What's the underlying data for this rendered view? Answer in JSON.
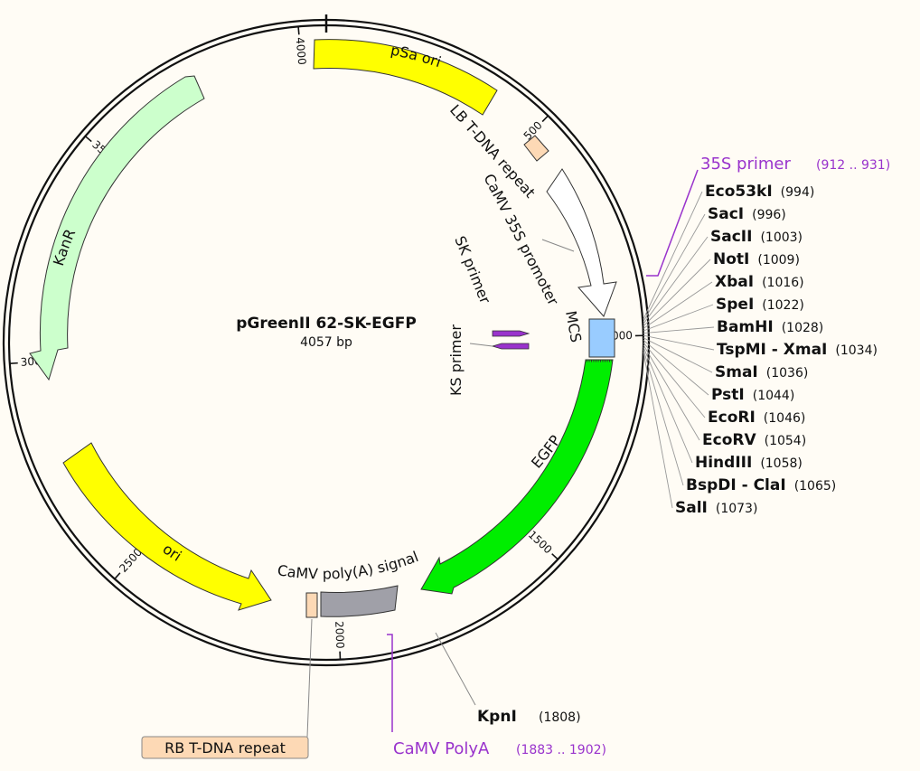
{
  "plasmid": {
    "name": "pGreenII 62-SK-EGFP",
    "length_label": "4057 bp",
    "total_bp": 4057
  },
  "ticks": [
    {
      "bp": 500,
      "label": "500"
    },
    {
      "bp": 1000,
      "label": "1000"
    },
    {
      "bp": 1500,
      "label": "1500"
    },
    {
      "bp": 2000,
      "label": "2000"
    },
    {
      "bp": 2500,
      "label": "2500"
    },
    {
      "bp": 3000,
      "label": "3000"
    },
    {
      "bp": 3500,
      "label": "3500"
    },
    {
      "bp": 4000,
      "label": "4000"
    }
  ],
  "features": {
    "psa_ori": {
      "label": "pSa ori",
      "color": "#ffff00"
    },
    "kanr": {
      "label": "KanR",
      "color": "#ccffcc"
    },
    "ori": {
      "label": "ori",
      "color": "#ffff00"
    },
    "egfp": {
      "label": "EGFP",
      "color": "#00ee00"
    },
    "camv35s": {
      "label": "CaMV 35S promoter",
      "color": "#ffffff"
    },
    "lb": {
      "label": "LB T-DNA repeat",
      "color": "#fdd9b5"
    },
    "mcs": {
      "label": "MCS",
      "color": "#99ccff"
    },
    "polya_signal": {
      "label": "CaMV poly(A) signal",
      "color": "#a0a0a8"
    },
    "rb": {
      "label": "RB T-DNA repeat",
      "color": "#fdd9b5"
    },
    "sk_primer": {
      "label": "SK primer",
      "color": "#9933cc"
    },
    "ks_primer": {
      "label": "KS primer",
      "color": "#9933cc"
    }
  },
  "primers": {
    "p35s": {
      "name": "35S primer",
      "pos": "(912 .. 931)"
    },
    "camv_polya": {
      "name": "CaMV PolyA",
      "pos": "(1883 .. 1902)"
    }
  },
  "sites": [
    {
      "name": "Eco53kI",
      "pos": "(994)"
    },
    {
      "name": "SacI",
      "pos": "(996)"
    },
    {
      "name": "SacII",
      "pos": "(1003)"
    },
    {
      "name": "NotI",
      "pos": "(1009)"
    },
    {
      "name": "XbaI",
      "pos": "(1016)"
    },
    {
      "name": "SpeI",
      "pos": "(1022)"
    },
    {
      "name": "BamHI",
      "pos": "(1028)"
    },
    {
      "name": "TspMI - XmaI",
      "pos": "(1034)"
    },
    {
      "name": "SmaI",
      "pos": "(1036)"
    },
    {
      "name": "PstI",
      "pos": "(1044)"
    },
    {
      "name": "EcoRI",
      "pos": "(1046)"
    },
    {
      "name": "EcoRV",
      "pos": "(1054)"
    },
    {
      "name": "HindIII",
      "pos": "(1058)"
    },
    {
      "name": "BspDI - ClaI",
      "pos": "(1065)"
    },
    {
      "name": "SalI",
      "pos": "(1073)"
    }
  ],
  "kpni": {
    "name": "KpnI",
    "pos": "(1808)"
  }
}
